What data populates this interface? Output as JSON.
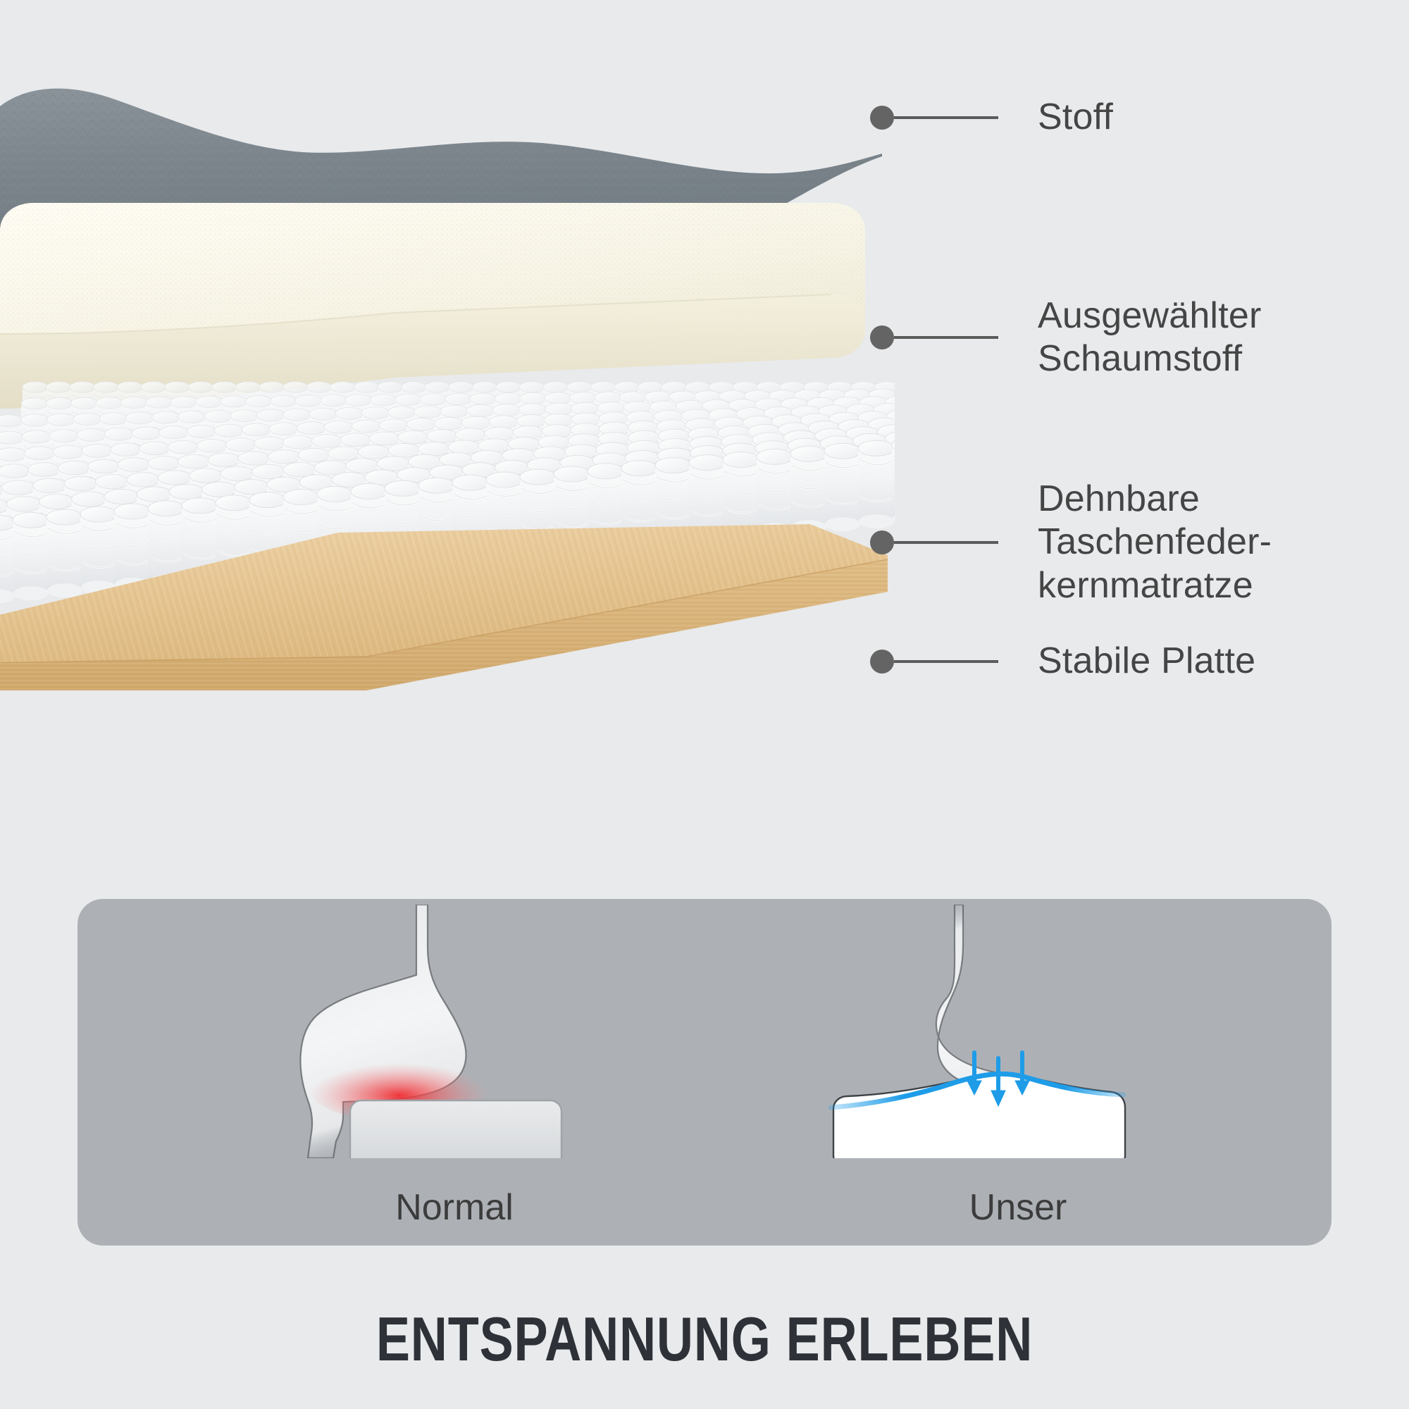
{
  "background_color": "#e8eaec",
  "illustration": {
    "alt": "exploded view of mattress layers",
    "layers": [
      {
        "key": "fabric",
        "name": "Stoff",
        "color": "#7d868c"
      },
      {
        "key": "foam",
        "name": "Ausgewählter Schaumstoff",
        "color": "#f6f3e4"
      },
      {
        "key": "springs",
        "name": "Dehnbare Taschenfederkernmatratze",
        "color": "#ffffff"
      },
      {
        "key": "board",
        "name": "Stabile Platte",
        "color": "#e0be8c"
      }
    ]
  },
  "callouts": [
    {
      "id": "fabric",
      "text": "Stoff",
      "dot_color": "#646464"
    },
    {
      "id": "foam",
      "text": "Ausgewählter\nSchaumstoff",
      "dot_color": "#646464"
    },
    {
      "id": "springs",
      "text": "Dehnbare\nTaschenfeder-\nkernmatratze",
      "dot_color": "#646464"
    },
    {
      "id": "board",
      "text": "Stabile Platte",
      "dot_color": "#646464"
    }
  ],
  "comparison": {
    "panel_color": "#adb1b6",
    "left": {
      "label": "Normal",
      "accent_color": "#e8202a",
      "indicator": "pressure-point-glow"
    },
    "right": {
      "label": "Unser",
      "accent_color": "#1e9ce8",
      "indicator": "contour-support-arrows"
    }
  },
  "headline": {
    "text": "ENTSPANNUNG ERLEBEN",
    "color": "#2e3238"
  }
}
